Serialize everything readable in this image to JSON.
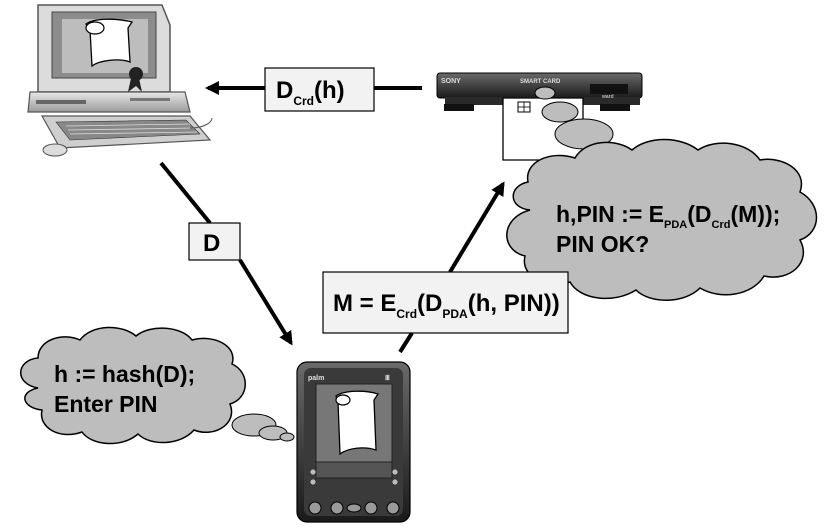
{
  "diagram": {
    "labels": {
      "d_crd": {
        "main": "D",
        "sub": "Crd",
        "rest": "(h)"
      },
      "d": {
        "text": "D"
      },
      "m_eq": {
        "pre": "M = E",
        "sub1": "Crd",
        "mid": "(D",
        "sub2": "PDA",
        "post": "(h, PIN))"
      }
    },
    "clouds": {
      "left": {
        "line1": "h := hash(D);",
        "line2": "Enter PIN"
      },
      "right": {
        "line1_pre": "h,PIN := E",
        "sub1": "PDA",
        "line1_mid": "(D",
        "sub2": "Crd",
        "line1_post": "(M));",
        "line2": "PIN OK?"
      }
    },
    "reader": {
      "brand": "SONY",
      "title": "SMART CARD",
      "badge": "ward"
    },
    "pda": {
      "brand": "palm",
      "model": "Ⅲ"
    }
  }
}
